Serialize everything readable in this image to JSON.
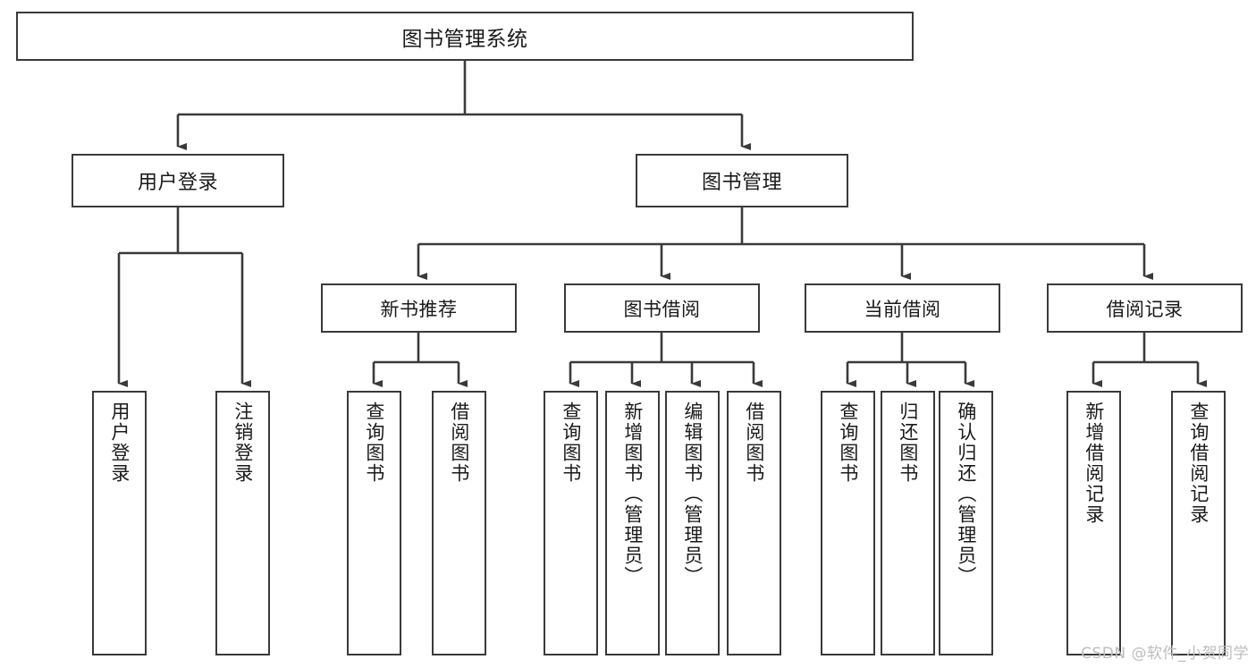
{
  "diagram": {
    "type": "tree-hierarchy",
    "title": "图书管理系统",
    "root": {
      "label": "图书管理系统"
    },
    "level2": [
      {
        "label": "用户登录"
      },
      {
        "label": "图书管理"
      }
    ],
    "level3": [
      {
        "label": "新书推荐"
      },
      {
        "label": "图书借阅"
      },
      {
        "label": "当前借阅"
      },
      {
        "label": "借阅记录"
      }
    ],
    "leaves": {
      "user_login": [
        {
          "label": "用户登录"
        },
        {
          "label": "注销登录"
        }
      ],
      "new_book_recommend": [
        {
          "label": "查询图书"
        },
        {
          "label": "借阅图书"
        }
      ],
      "book_borrow": [
        {
          "label": "查询图书"
        },
        {
          "label": "新增图书（管理员）"
        },
        {
          "label": "编辑图书（管理员）"
        },
        {
          "label": "借阅图书"
        }
      ],
      "current_borrow": [
        {
          "label": "查询图书"
        },
        {
          "label": "归还图书"
        },
        {
          "label": "确认归还（管理员）"
        }
      ],
      "borrow_record": [
        {
          "label": "新增借阅记录"
        },
        {
          "label": "查询借阅记录"
        }
      ]
    }
  },
  "watermark": {
    "text": "CSDN @软件_小贺同学"
  },
  "colors": {
    "stroke": "#3a3a3a",
    "background": "#ffffff",
    "text": "#1a1a1a",
    "watermark": "#bdbdbd"
  }
}
